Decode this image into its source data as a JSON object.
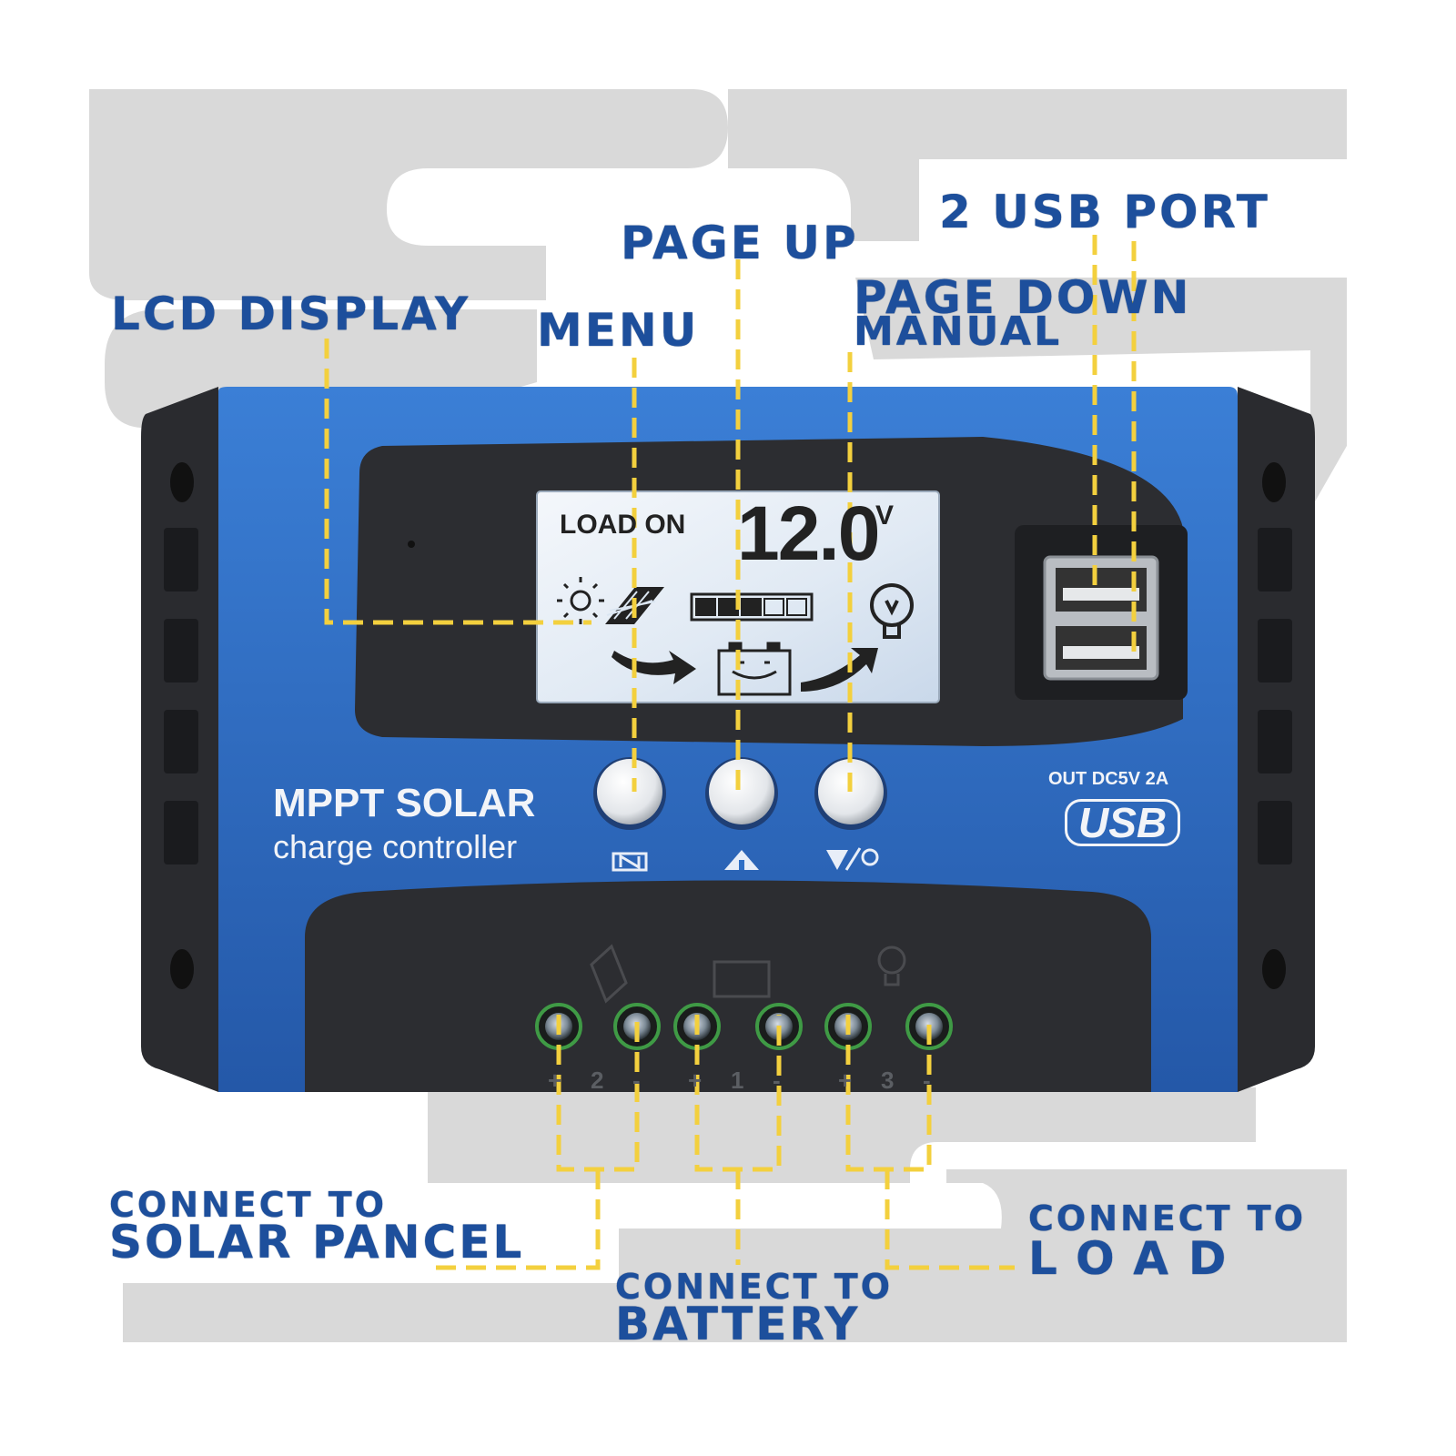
{
  "callouts": {
    "usb_port": "2 USB PORT",
    "page_up": "PAGE UP",
    "page_down_line1": "PAGE DOWN",
    "page_down_line2": "MANUAL",
    "lcd_display": "LCD DISPLAY",
    "menu": "MENU",
    "solar_line1": "CONNECT TO",
    "solar_line2": "SOLAR PANCEL",
    "battery_line1": "CONNECT TO",
    "battery_line2": "BATTERY",
    "load_line1": "CONNECT TO",
    "load_line2": "LOAD"
  },
  "lcd": {
    "status": "LOAD ON",
    "voltage": "12.0",
    "unit": "V",
    "battery_level": 0.6
  },
  "device": {
    "brand_line1": "MPPT SOLAR",
    "brand_line2": "charge controller",
    "usb_output": "OUT DC5V 2A",
    "usb_logo": "USB"
  },
  "buttons": [
    {
      "name": "menu",
      "icon": "menu-icon"
    },
    {
      "name": "page-up",
      "icon": "up-arrow-plus-icon"
    },
    {
      "name": "page-down-manual",
      "icon": "down-arrow-bulb-icon"
    }
  ],
  "terminals": [
    {
      "group": "2",
      "minus": "-",
      "plus": "+"
    },
    {
      "group": "1",
      "minus": "-",
      "plus": "+"
    },
    {
      "group": "3",
      "minus": "-",
      "plus": "+"
    }
  ],
  "colors": {
    "callout_text": "#1d4f9c",
    "leader_lines": "#f3d03e",
    "device_blue": "#2f6fc6",
    "device_black": "#2a2b2f",
    "lcd_background": "#dbe6f2",
    "background_shape": "#d9d9d9"
  }
}
